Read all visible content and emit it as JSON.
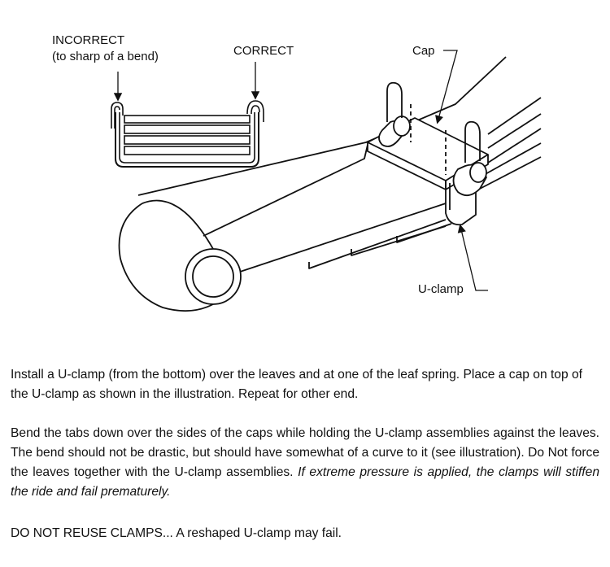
{
  "labels": {
    "incorrect": "INCORRECT",
    "incorrect_note": "(to sharp of a bend)",
    "correct": "CORRECT",
    "cap": "Cap",
    "u_clamp": "U-clamp"
  },
  "instructions": {
    "paragraph1": "Install a U-clamp (from the bottom) over the leaves and at one of the leaf spring.  Place a cap on top of the U-clamp as shown in the illustration.  Repeat for other end.",
    "paragraph2_normal": "Bend the tabs down over the sides of the caps while holding the U-clamp assemblies against the leaves.  The bend should not be drastic, but should have somewhat of a curve to it (see illustration).  Do Not force the leaves together with the U-clamp assemblies.  ",
    "paragraph2_italic": "If extreme pressure is applied, the clamps will stiffen the ride and fail prematurely.",
    "paragraph3": "DO NOT REUSE CLAMPS...  A reshaped U-clamp may fail."
  }
}
